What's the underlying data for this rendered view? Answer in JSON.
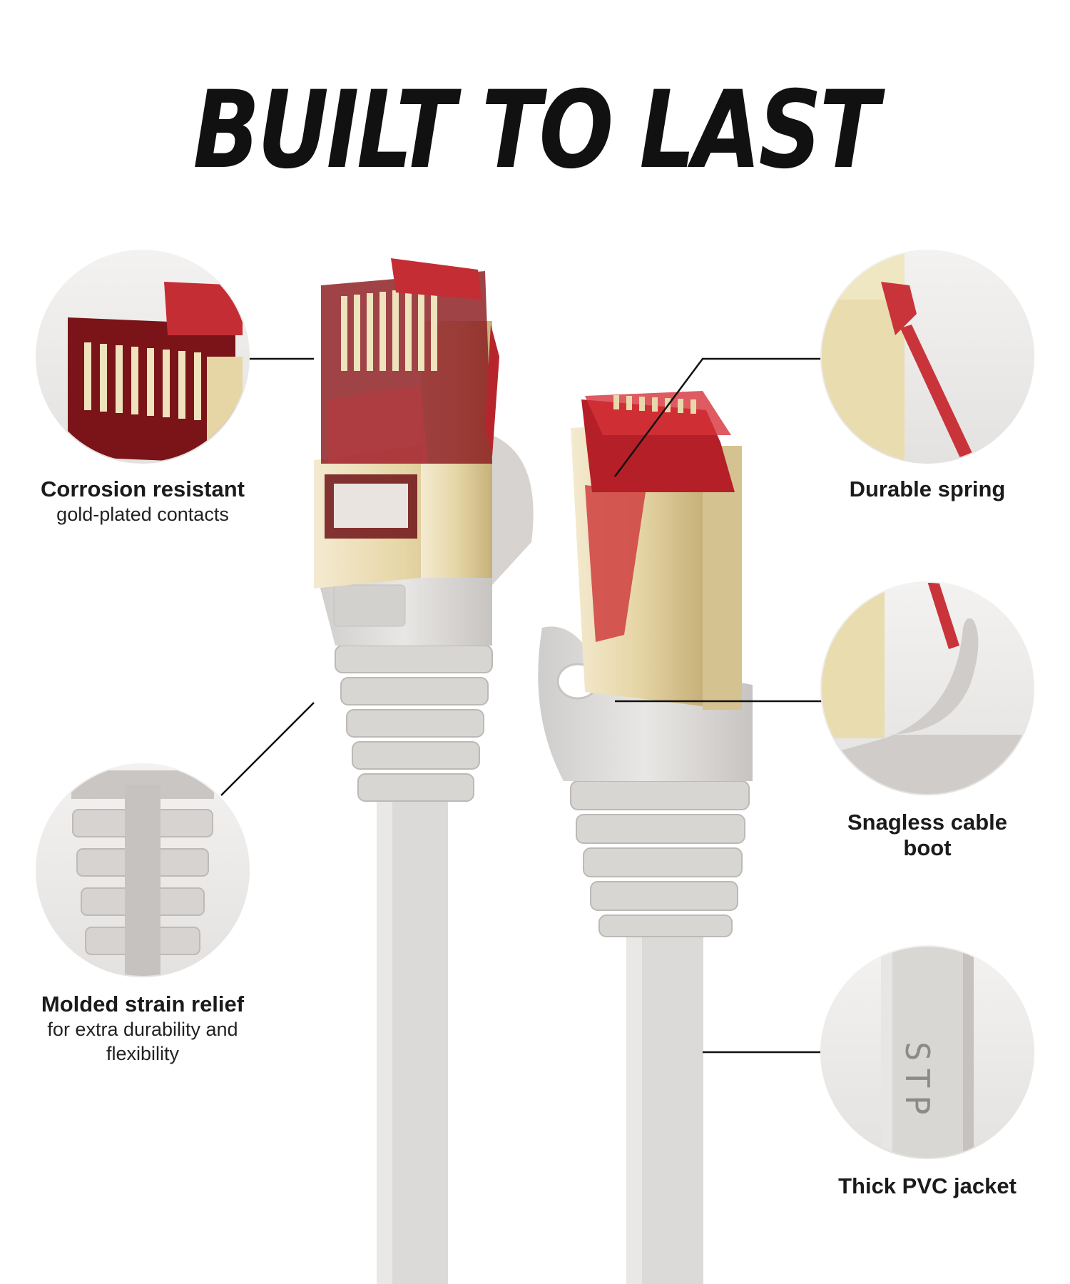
{
  "headline": "BUILT TO LAST",
  "features": [
    {
      "title": "Corrosion resistant",
      "subtitle": "gold-plated contacts"
    },
    {
      "title": "Durable spring"
    },
    {
      "title": "Molded strain relief",
      "subtitle": "for extra durability and flexibility"
    },
    {
      "title": "Snagless cable boot"
    },
    {
      "title": "Thick PVC jacket"
    }
  ],
  "cable_print": "STP",
  "colors": {
    "jacket": "#dcdad8",
    "boot_shadow": "#b9b6b3",
    "latch_red": "#b5252b",
    "gold": "#e6d6a6",
    "text": "#111111"
  }
}
